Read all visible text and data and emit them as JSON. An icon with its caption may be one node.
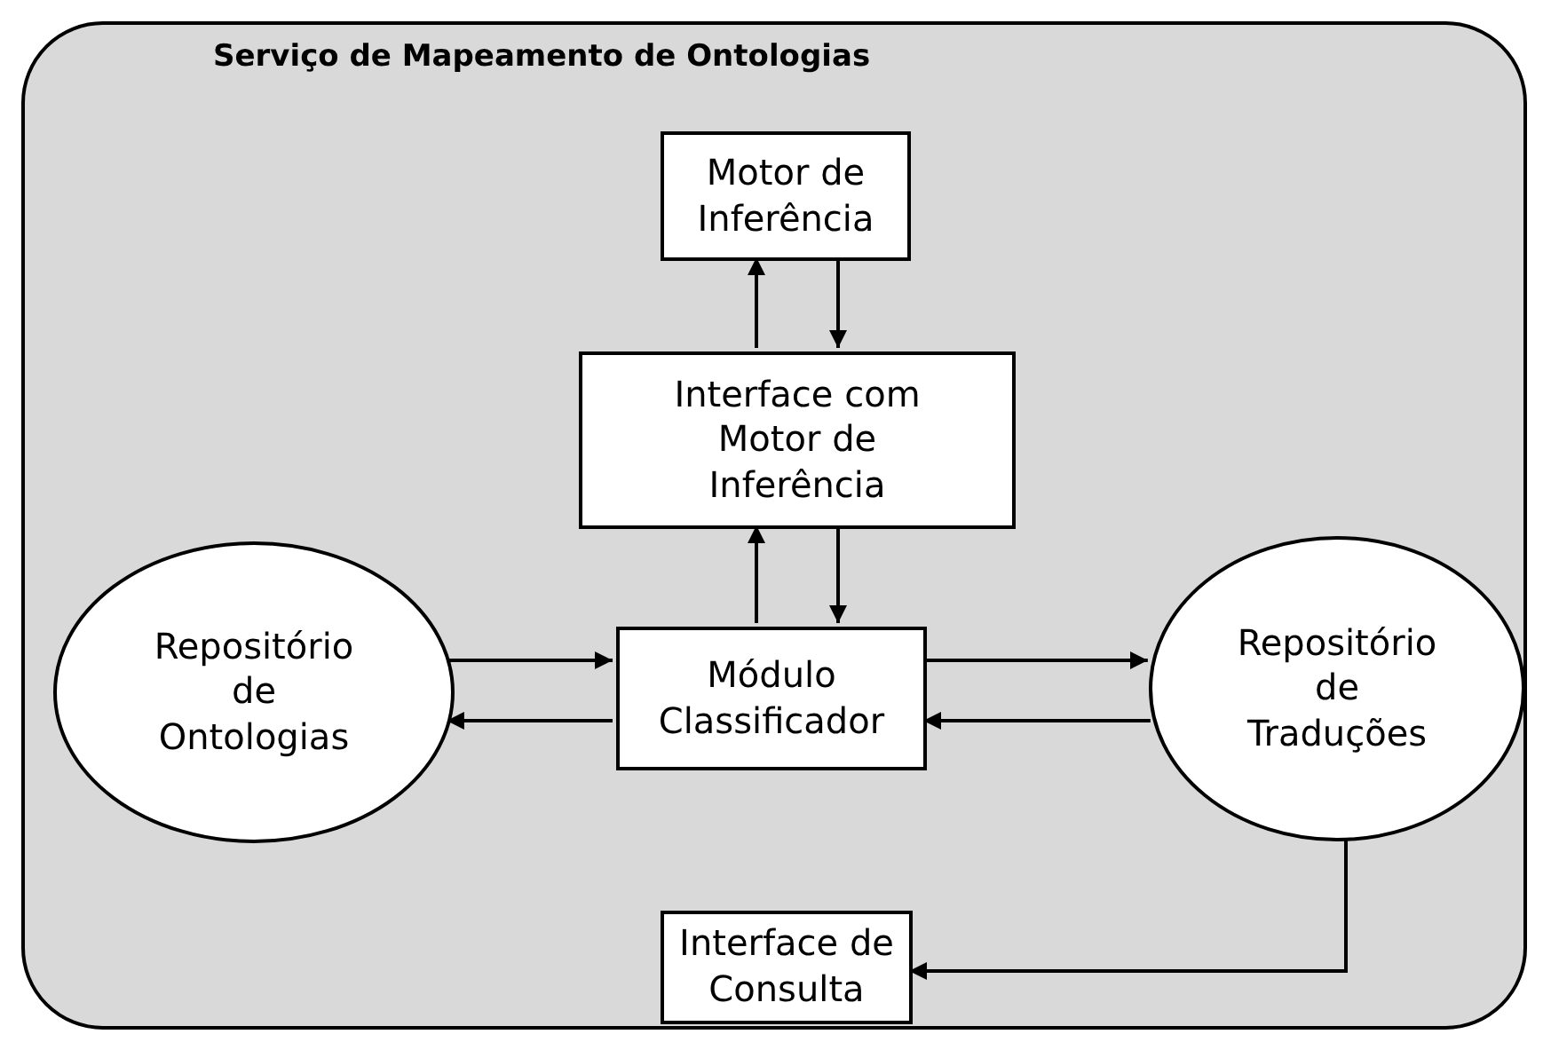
{
  "diagram": {
    "nodes": [
      {
        "text": [
          "Serviço de Mapeamento de Ontologias"
        ]
      },
      {
        "text": [
          "Motor de Inferência"
        ],
        "in": 0
      },
      {
        "text": [
          "Interface com Motor de Inferência"
        ],
        "in": 0
      },
      {
        "text": [
          "Repositório de Ontologias"
        ],
        "in": 0
      },
      {
        "text": [
          "Módulo Classificador"
        ],
        "in": 0
      },
      {
        "text": [
          "Repositório de Traduções"
        ],
        "in": 0
      },
      {
        "text": [
          "Interface de Consulta"
        ],
        "in": 0
      }
    ],
    "edges": [
      {
        "from": 2,
        "to": 1,
        "arrow": "to"
      },
      {
        "from": 1,
        "to": 2,
        "arrow": "to"
      },
      {
        "from": 4,
        "to": 2,
        "arrow": "to"
      },
      {
        "from": 2,
        "to": 4,
        "arrow": "to"
      },
      {
        "from": 3,
        "to": 4,
        "arrow": "to"
      },
      {
        "from": 4,
        "to": 3,
        "arrow": "to"
      },
      {
        "from": 4,
        "to": 5,
        "arrow": "to"
      },
      {
        "from": 5,
        "to": 4,
        "arrow": "to"
      },
      {
        "from": 5,
        "to": 6,
        "arrow": "to"
      }
    ]
  }
}
